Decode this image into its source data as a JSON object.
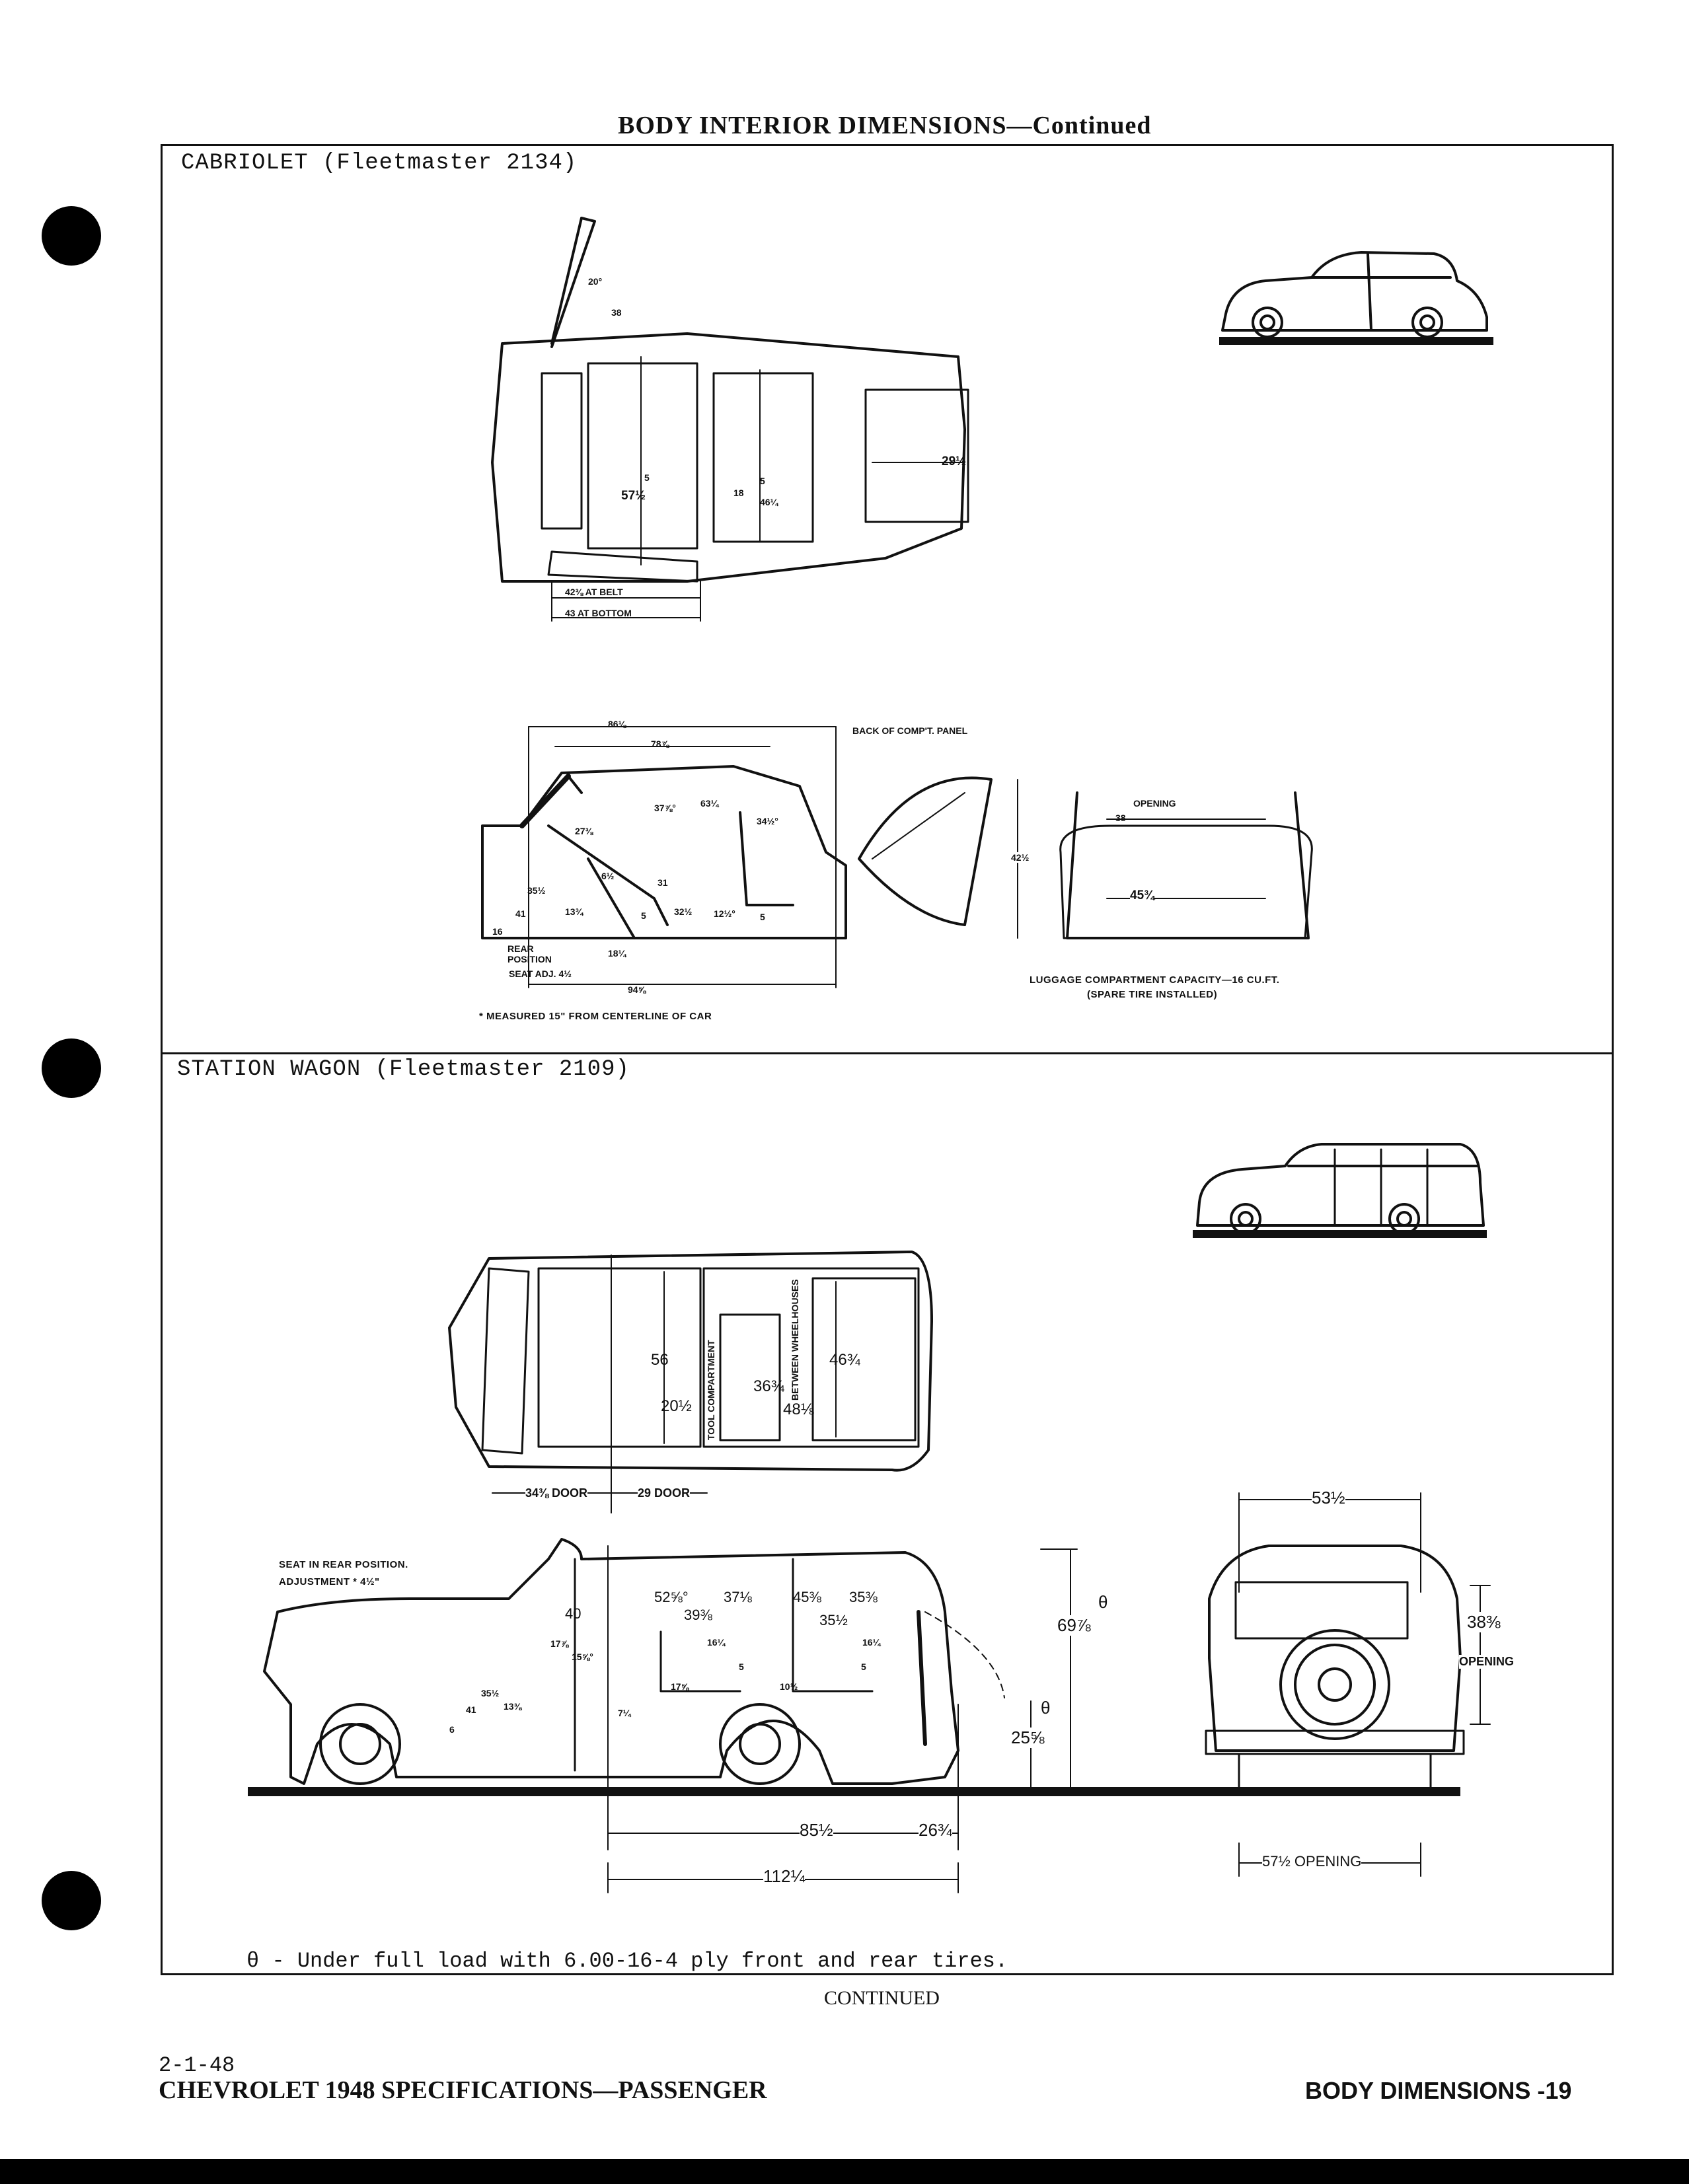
{
  "page": {
    "heading": "BODY INTERIOR DIMENSIONS—Continued",
    "continued": "CONTINUED",
    "date": "2-1-48",
    "footer_left": "CHEVROLET 1948 SPECIFICATIONS—PASSENGER",
    "footer_right": "BODY DIMENSIONS -19"
  },
  "cabriolet": {
    "title": "CABRIOLET (Fleetmaster 2134)",
    "plan": {
      "angle": "20°",
      "d38": "38",
      "d5a": "5",
      "d57": "57½",
      "d5b": "5",
      "d18": "18",
      "d46": "46¼",
      "d29": "29½",
      "belt": "42⅜ AT BELT",
      "bottom": "43  AT BOTTOM"
    },
    "side": {
      "d86": "86⅛",
      "d78": "78⅞",
      "back_panel": "BACK OF COMP'T. PANEL",
      "d37": "37⅞°",
      "d63": "63¼",
      "d34": "34½°",
      "d27": "27⅜",
      "d35": "35½",
      "d6": "6½",
      "d41": "41",
      "d13": "13¾",
      "d31": "31",
      "d5c": "5",
      "d32": "32½",
      "d12": "12½°",
      "d5d": "5",
      "d16": "16",
      "d18b": "18¼",
      "rear_pos": "REAR POSITION",
      "seat_adj": "SEAT ADJ. 4½",
      "d94": "94⅝",
      "d42": "42½",
      "measured": "* MEASURED 15\" FROM CENTERLINE OF CAR"
    },
    "luggage": {
      "opening": "OPENING",
      "d38": "38",
      "d45": "45¾",
      "capacity": "LUGGAGE COMPARTMENT CAPACITY—16 CU.FT.",
      "spare": "(SPARE TIRE INSTALLED)"
    }
  },
  "wagon": {
    "title": "STATION WAGON (Fleetmaster 2109)",
    "plan": {
      "d56": "56",
      "d20": "20½",
      "tool": "TOOL COMPARTMENT",
      "d36": "36¾",
      "between": "BETWEEN WHEELHOUSES",
      "d48": "48⅛",
      "d46": "46¾",
      "d34door": "34⅜ DOOR",
      "d29door": "29 DOOR"
    },
    "side": {
      "seat_note1": "SEAT IN REAR POSITION.",
      "seat_note2": "ADJUSTMENT * 4½\"",
      "d40": "40",
      "d52": "52⅝°",
      "d39": "39⅜",
      "d37": "37⅛",
      "d45": "45⅜",
      "d35a": "35⅜",
      "d35b": "35½",
      "d69": "69⅞",
      "theta1": "θ",
      "d17": "17⅞",
      "d15": "15⅝°",
      "d16a": "16¼",
      "d16b": "16¼",
      "d5a": "5",
      "d5b": "5",
      "d35c": "35½",
      "d13": "13⅜",
      "d41": "41",
      "d6": "6",
      "d7": "7¼",
      "d17b": "17⅝",
      "d10": "10½",
      "d25": "25⅝",
      "theta2": "θ",
      "d85": "85½",
      "d26": "26¾",
      "d112": "112¼"
    },
    "rear": {
      "d53": "53½",
      "d38": "38⅜",
      "opening": "OPENING",
      "d57": "57½ OPENING"
    },
    "footnote": "θ - Under full load with 6.00-16-4 ply front and rear tires."
  }
}
